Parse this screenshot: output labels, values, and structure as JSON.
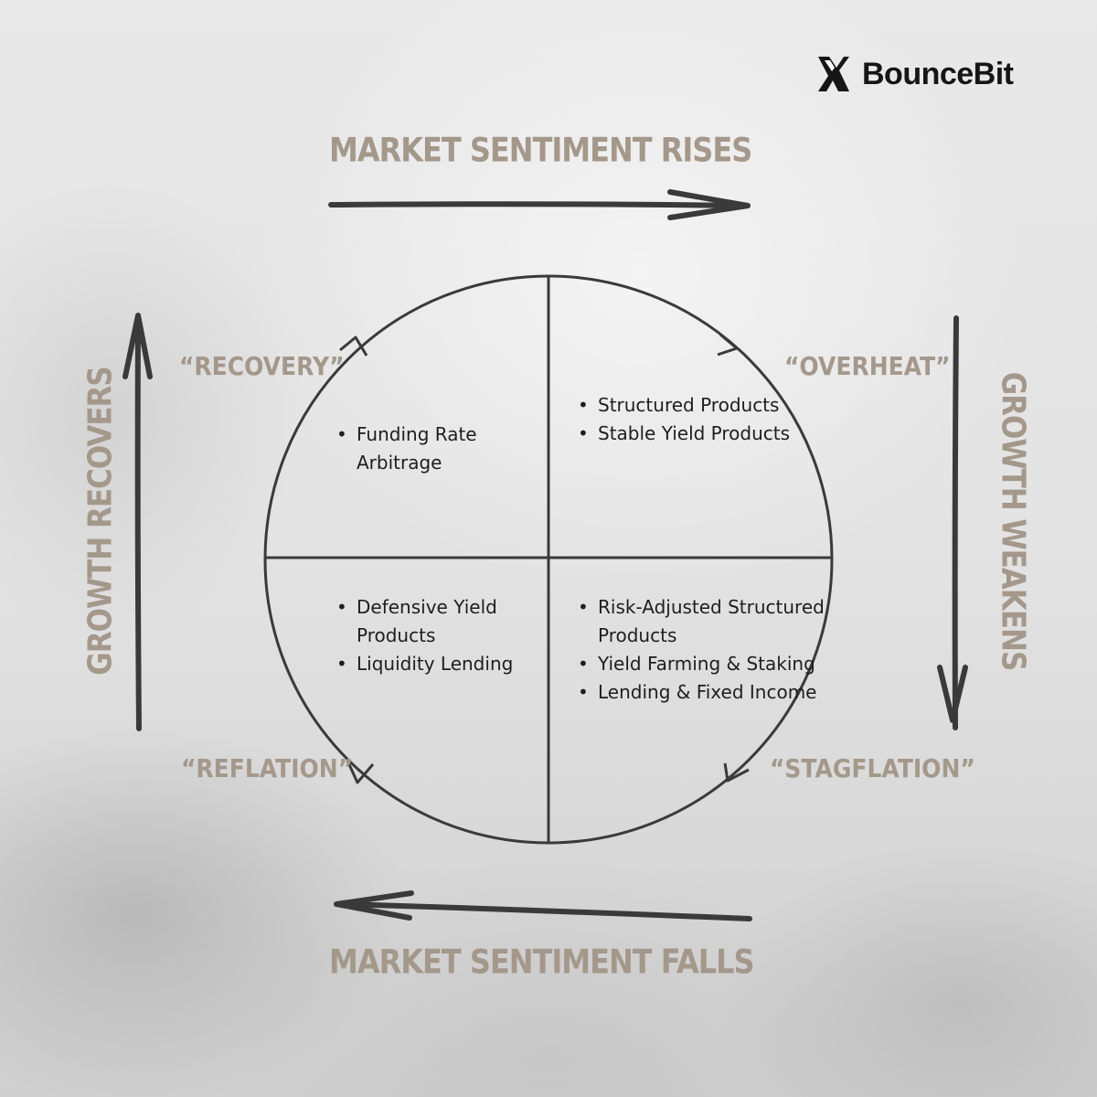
{
  "brand": {
    "name": "BounceBit",
    "logo_icon": "bouncebit-x-mark-icon"
  },
  "headings": {
    "top": "MARKET SENTIMENT RISES",
    "bottom": "MARKET SENTIMENT FALLS",
    "left": "GROWTH RECOVERS",
    "right": "GROWTH WEAKENS"
  },
  "phases": {
    "recovery": "“RECOVERY”",
    "overheat": "“OVERHEAT”",
    "reflation": "“REFLATION”",
    "stagflation": "“STAGFLATION”"
  },
  "quadrants": {
    "recovery": [
      "Funding Rate Arbitrage"
    ],
    "overheat": [
      "Structured Products",
      "Stable Yield Products"
    ],
    "reflation": [
      "Defensive Yield Products",
      "Liquidity Lending"
    ],
    "stagflation": [
      "Risk-Adjusted Structured Products",
      "Yield Farming & Staking",
      "Lending & Fixed Income"
    ]
  },
  "colors": {
    "accent": "#a4988b",
    "stroke": "#3a3a3a",
    "text": "#1e1e1e",
    "brand": "#161616"
  }
}
